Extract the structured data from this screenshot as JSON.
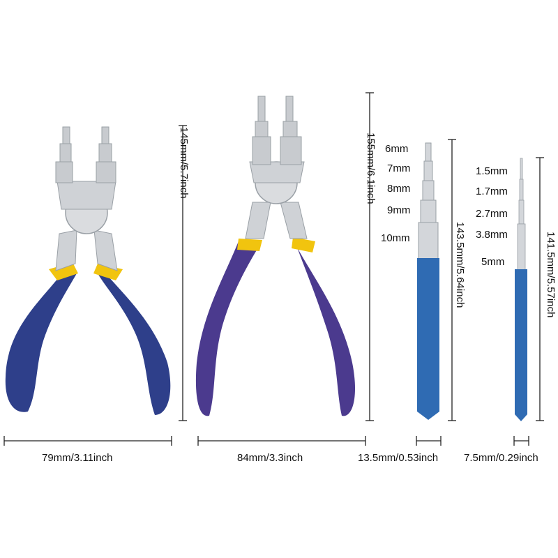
{
  "colors": {
    "handle_navy": "#2e3f8a",
    "handle_purple": "#4b3a8e",
    "mandrel_blue": "#2f6bb3",
    "metal": "#cfd2d6",
    "band_yellow": "#f1c40f"
  },
  "product_1": {
    "name": "round-nose-pliers",
    "height_label": "145mm/5.7inch",
    "width_label": "79mm/3.11inch"
  },
  "product_2": {
    "name": "bail-making-pliers",
    "height_label": "155mm/6.1inch",
    "width_label": "84mm/3.3inch"
  },
  "product_3": {
    "name": "large-ring-mandrel",
    "height_label": "143.5mm/5.64inch",
    "width_label": "13.5mm/0.53inch",
    "size_labels": [
      "6mm",
      "7mm",
      "8mm",
      "9mm",
      "10mm"
    ]
  },
  "product_4": {
    "name": "small-ring-mandrel",
    "height_label": "141.5mm/5.57inch",
    "width_label": "7.5mm/0.29inch",
    "size_labels": [
      "1.5mm",
      "1.7mm",
      "2.7mm",
      "3.8mm",
      "5mm"
    ]
  }
}
